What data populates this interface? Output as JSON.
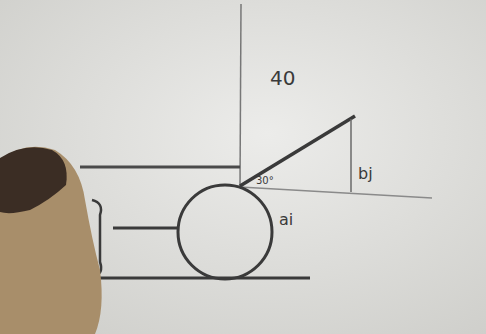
{
  "diagram": {
    "labels": [
      "40",
      "30°",
      "bj",
      "ai"
    ]
  }
}
